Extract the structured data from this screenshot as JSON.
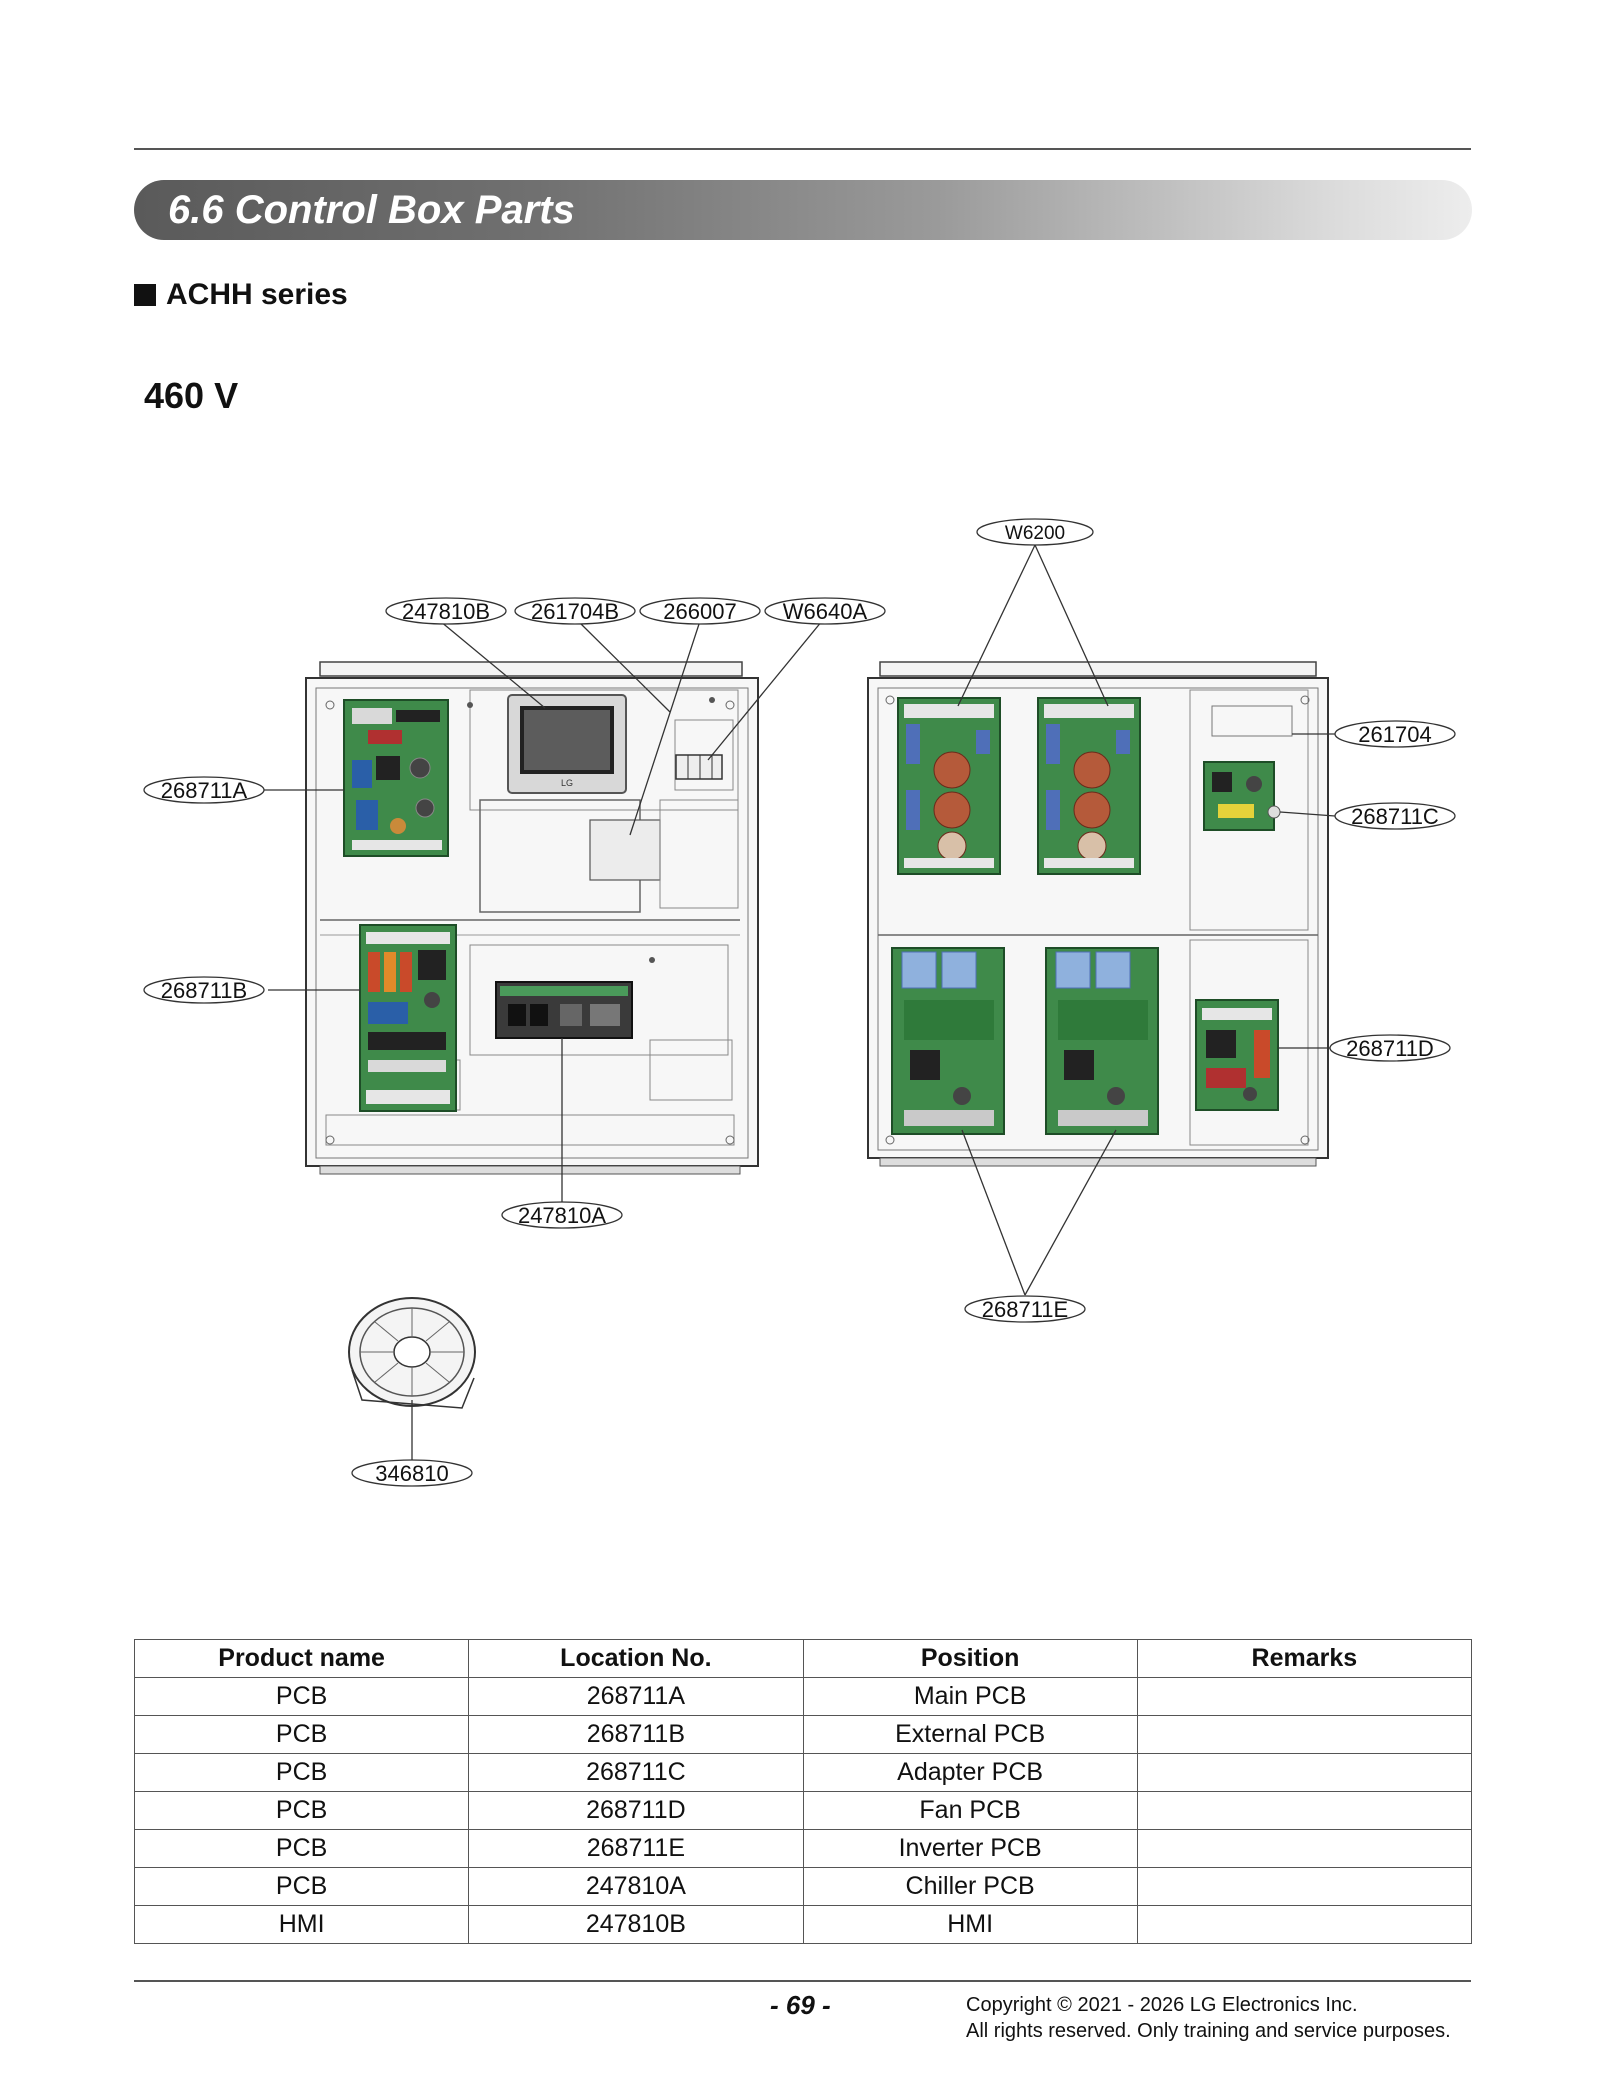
{
  "header": {
    "section_title": "6.6 Control Box Parts",
    "series": "ACHH series",
    "voltage": "460 V"
  },
  "callouts": {
    "c247810B": "247810B",
    "c261704B": "261704B",
    "c266007": "266007",
    "cW6640A": "W6640A",
    "cW6200": "W6200",
    "c261704": "261704",
    "c268711A": "268711A",
    "c268711B": "268711B",
    "c268711C": "268711C",
    "c268711D": "268711D",
    "c247810A": "247810A",
    "c268711E": "268711E",
    "c346810": "346810",
    "hmi_logo": "LG"
  },
  "table": {
    "headers": [
      "Product name",
      "Location No.",
      "Position",
      "Remarks"
    ],
    "rows": [
      [
        "PCB",
        "268711A",
        "Main PCB",
        ""
      ],
      [
        "PCB",
        "268711B",
        "External PCB",
        ""
      ],
      [
        "PCB",
        "268711C",
        "Adapter PCB",
        ""
      ],
      [
        "PCB",
        "268711D",
        "Fan PCB",
        ""
      ],
      [
        "PCB",
        "268711E",
        "Inverter PCB",
        ""
      ],
      [
        "PCB",
        "247810A",
        "Chiller PCB",
        ""
      ],
      [
        "HMI",
        "247810B",
        "HMI",
        ""
      ]
    ]
  },
  "footer": {
    "page_number": "- 69 -",
    "copyright_line1": "Copyright © 2021 - 2026 LG Electronics Inc.",
    "copyright_line2": "All rights reserved. Only training and service purposes."
  },
  "colors": {
    "pcb_green": "#3f8a4a",
    "filter_blue": "#4f6fb8",
    "inductor_copper": "#b55a3a",
    "capacitor_blue": "#8fb1dd",
    "banner_dark": "#5a5a5a"
  }
}
